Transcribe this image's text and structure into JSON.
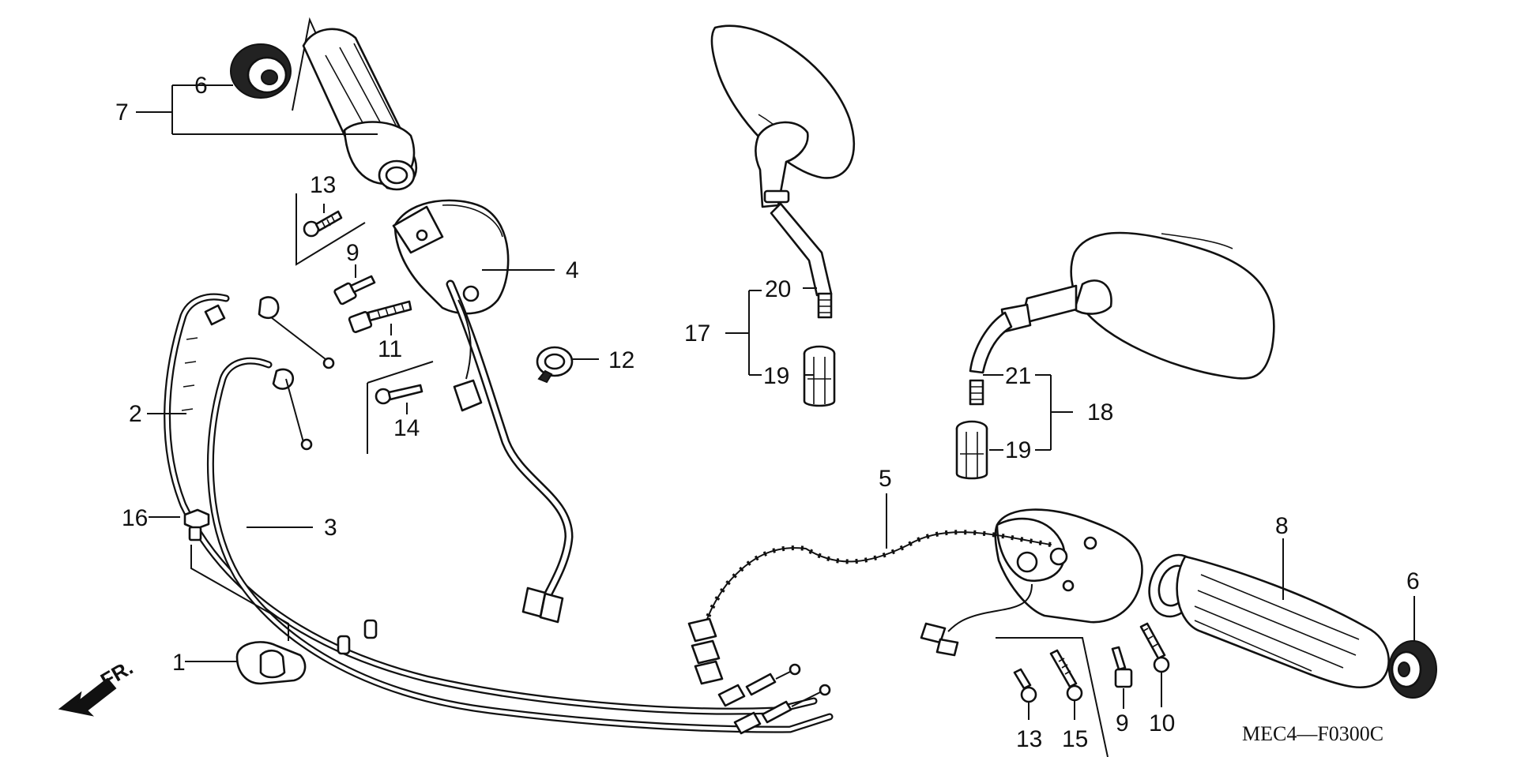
{
  "diagram_code": "MEC4—F0300C",
  "direction_arrow": {
    "label": "FR.",
    "icon": "front-direction-arrow-icon"
  },
  "callouts": {
    "c1": "1",
    "c2": "2",
    "c3": "3",
    "c4": "4",
    "c5": "5",
    "c6a": "6",
    "c6b": "6",
    "c7": "7",
    "c8": "8",
    "c9a": "9",
    "c9b": "9",
    "c10": "10",
    "c11": "11",
    "c12": "12",
    "c13a": "13",
    "c13b": "13",
    "c14": "14",
    "c15": "15",
    "c16": "16",
    "c17": "17",
    "c18": "18",
    "c19a": "19",
    "c19b": "19",
    "c20": "20",
    "c21": "21"
  },
  "parts": [
    "left-grip-assembly",
    "left-handlebar-switch",
    "right-handlebar-switch",
    "throttle-grip",
    "left-mirror",
    "right-mirror",
    "throttle-cable-a",
    "throttle-cable-b",
    "cable-holder",
    "wire-band",
    "grip-end-weights"
  ],
  "colors": {
    "line": "#111111",
    "background": "#ffffff"
  }
}
